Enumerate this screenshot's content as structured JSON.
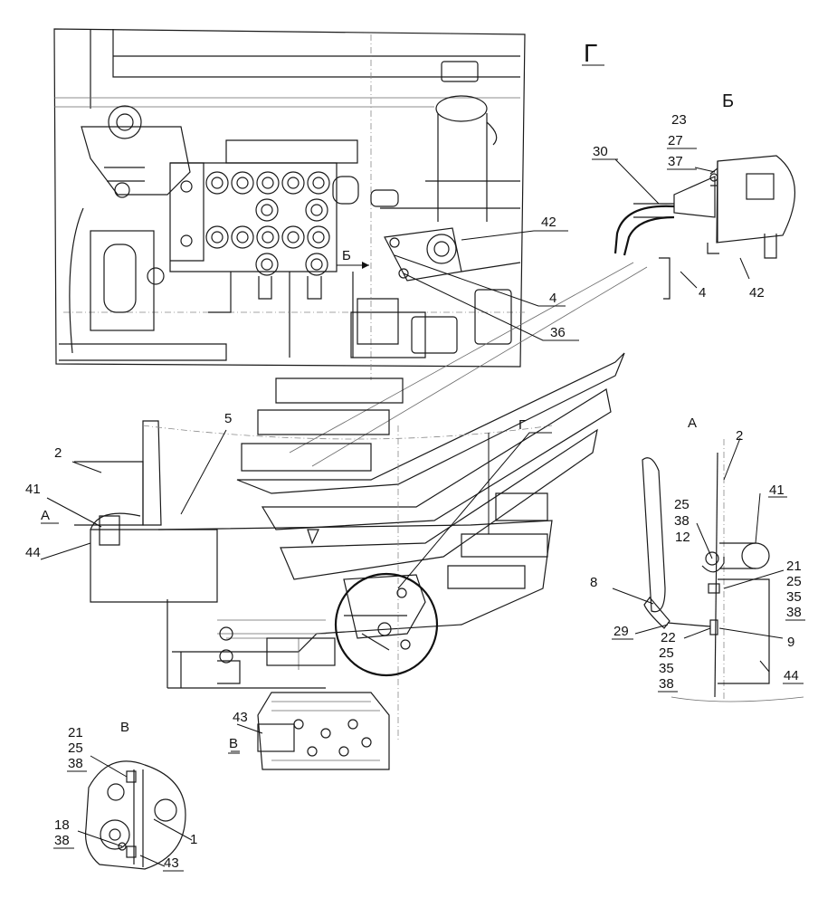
{
  "views": {
    "g": {
      "title": "Г"
    },
    "b": {
      "title": "Б"
    },
    "a": {
      "title": "А"
    },
    "v": {
      "title": "В"
    }
  },
  "markers": {
    "b_arrow": "Б",
    "a_arrow": "А",
    "v_arrow": "В",
    "g_circle": "Г"
  },
  "callouts": {
    "c42_top": "42",
    "c4_top": "4",
    "c36": "36",
    "c23": "23",
    "c27": "27",
    "c37": "37",
    "c30": "30",
    "c4_b": "4",
    "c42_b": "42",
    "c5": "5",
    "c2_left": "2",
    "c41_left": "41",
    "c44_left": "44",
    "c43_mid": "43",
    "c2_a": "2",
    "c41_a": "41",
    "c25_a1": "25",
    "c38_a1": "38",
    "c12": "12",
    "c21_a": "21",
    "c25_a2": "25",
    "c35_a2": "35",
    "c38_a2": "38",
    "c8": "8",
    "c29": "29",
    "c22": "22",
    "c25_a3": "25",
    "c35_a3": "35",
    "c38_a3": "38",
    "c9": "9",
    "c44_a": "44",
    "c21_v": "21",
    "c25_v": "25",
    "c38_v1": "38",
    "c18": "18",
    "c38_v2": "38",
    "c1": "1",
    "c43_v": "43"
  }
}
